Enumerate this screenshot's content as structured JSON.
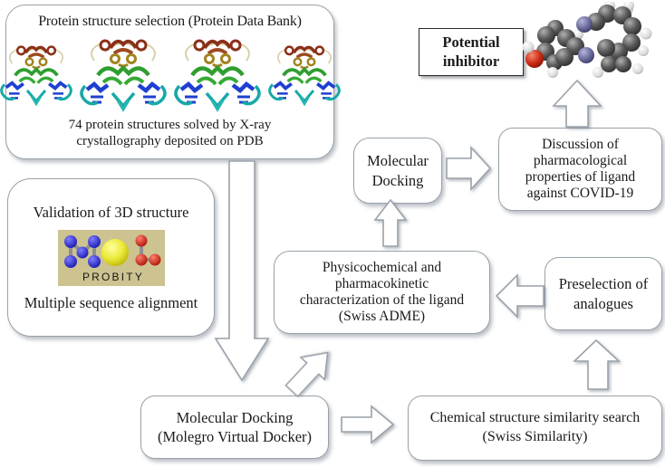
{
  "figure": {
    "background": "#ffffff",
    "box_border_color": "#98a1a8",
    "text_color": "#1a1a1a",
    "arrow_fill": "#ffffff",
    "arrow_stroke": "#9aa2aa"
  },
  "boxes": {
    "protein_selection": {
      "title": "Protein structure selection (Protein Data Bank)",
      "caption": "74 protein structures solved by X-ray\ncrystallography deposited on PDB"
    },
    "validation": {
      "title": "Validation of 3D structure",
      "logo_name": "PROBITY",
      "subtitle": "Multiple sequence alignment"
    },
    "potential_inhibitor": {
      "label": "Potential\ninhibitor"
    },
    "molecular_docking": {
      "label": "Molecular\nDocking"
    },
    "discussion": {
      "label": "Discussion of\npharmacological\nproperties of ligand\nagainst COVID-19"
    },
    "physicochemical": {
      "label": "Physicochemical and\npharmacokinetic\ncharacterization of the ligand\n(Swiss ADME)"
    },
    "preselection": {
      "label": "Preselection of\nanalogues"
    },
    "molegro_docking": {
      "label": "Molecular Docking\n(Molegro Virtual Docker)"
    },
    "similarity_search": {
      "label": "Chemical structure similarity search\n(Swiss Similarity)"
    }
  }
}
